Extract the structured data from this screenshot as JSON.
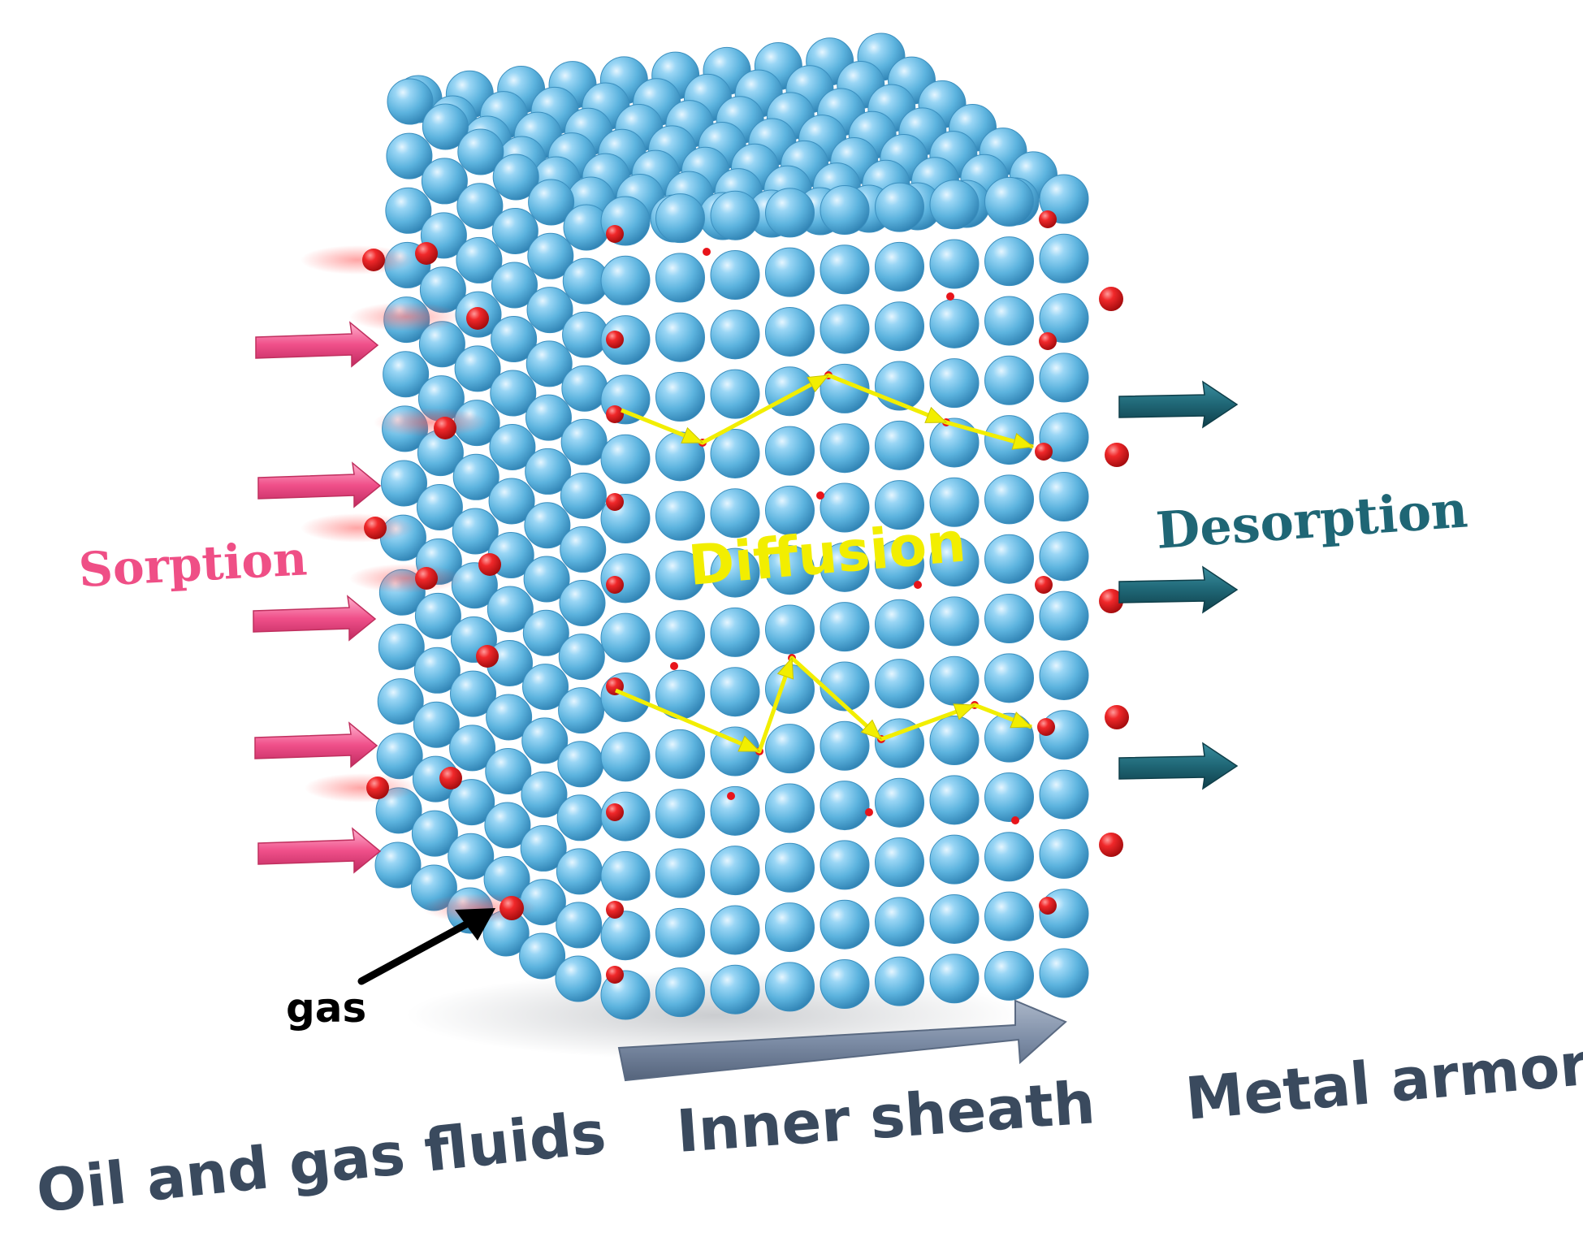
{
  "labels": {
    "sorption": "Sorption",
    "diffusion": "Diffusion",
    "desorption": "Desorption",
    "gas": "gas",
    "oil_and_gas_fluids": "Oil and gas fluids",
    "inner_sheath": "Inner sheath",
    "metal_armor": "Metal armor"
  },
  "colors": {
    "sphere": "#5fb6e0",
    "sphere_highlight": "#d8f1ff",
    "sphere_shadow": "#2a7fb0",
    "gas_molecule": "#e8141a",
    "sorption": "#ef4f86",
    "desorption": "#1f6675",
    "diffusion": "#f2ee00",
    "big_arrow": "#7d8da6",
    "text_dark": "#3a4a5e",
    "gas_pointer": "#000000"
  },
  "icons": [
    "sorption-arrow-icon",
    "desorption-arrow-icon",
    "flow-arrow-icon",
    "gas-pointer-arrow-icon"
  ]
}
